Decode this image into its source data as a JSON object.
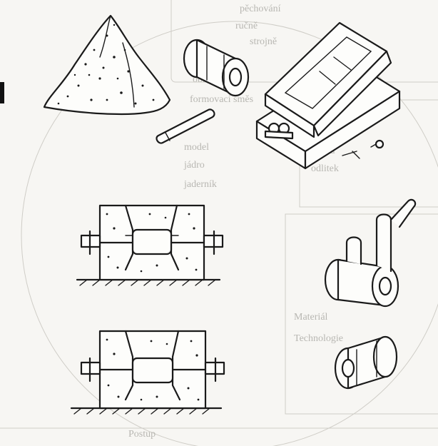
{
  "ghost_text": [
    "pěchování",
    "ručně",
    "strojně",
    "obrobení",
    "formovací směs",
    "model",
    "jádro",
    "jaderník",
    "forma",
    "odlitek",
    "Materiál",
    "Technologie",
    "Postup"
  ],
  "colors": {
    "ink": "#1a1a1a",
    "paper": "#f7f6f3",
    "ghost": "#b8b7b2"
  },
  "icons": [
    "sand-pile",
    "pattern-cylinder",
    "rammer-rod",
    "core-box",
    "pin-clip",
    "flask-open",
    "flask-closed",
    "casting-flanged",
    "casting-plain"
  ]
}
